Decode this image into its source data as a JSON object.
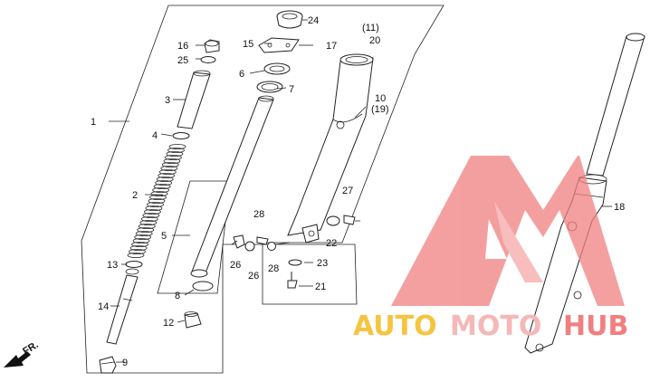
{
  "callouts": [
    {
      "id": "c1",
      "text": "1"
    },
    {
      "id": "c2",
      "text": "2"
    },
    {
      "id": "c3",
      "text": "3"
    },
    {
      "id": "c4",
      "text": "4"
    },
    {
      "id": "c5",
      "text": "5"
    },
    {
      "id": "c6",
      "text": "6"
    },
    {
      "id": "c7",
      "text": "7"
    },
    {
      "id": "c8",
      "text": "8"
    },
    {
      "id": "c9",
      "text": "9"
    },
    {
      "id": "c10",
      "text": "10"
    },
    {
      "id": "c10b",
      "text": "(19)"
    },
    {
      "id": "c11",
      "text": "(11)"
    },
    {
      "id": "c12",
      "text": "12"
    },
    {
      "id": "c13",
      "text": "13"
    },
    {
      "id": "c14",
      "text": "14"
    },
    {
      "id": "c15",
      "text": "15"
    },
    {
      "id": "c16",
      "text": "16"
    },
    {
      "id": "c17",
      "text": "17"
    },
    {
      "id": "c18",
      "text": "18"
    },
    {
      "id": "c20",
      "text": "20"
    },
    {
      "id": "c21",
      "text": "21"
    },
    {
      "id": "c22",
      "text": "22"
    },
    {
      "id": "c23",
      "text": "23"
    },
    {
      "id": "c24",
      "text": "24"
    },
    {
      "id": "c25",
      "text": "25"
    },
    {
      "id": "c26a",
      "text": "26"
    },
    {
      "id": "c26b",
      "text": "26"
    },
    {
      "id": "c27",
      "text": "27"
    },
    {
      "id": "c28a",
      "text": "28"
    },
    {
      "id": "c28b",
      "text": "28"
    }
  ],
  "direction": {
    "label": "FR."
  },
  "watermark": {
    "part1": "AUTO",
    "part2": "MOTO",
    "part3": "HUB",
    "color": "#f08080",
    "accent": "#f5c542"
  }
}
